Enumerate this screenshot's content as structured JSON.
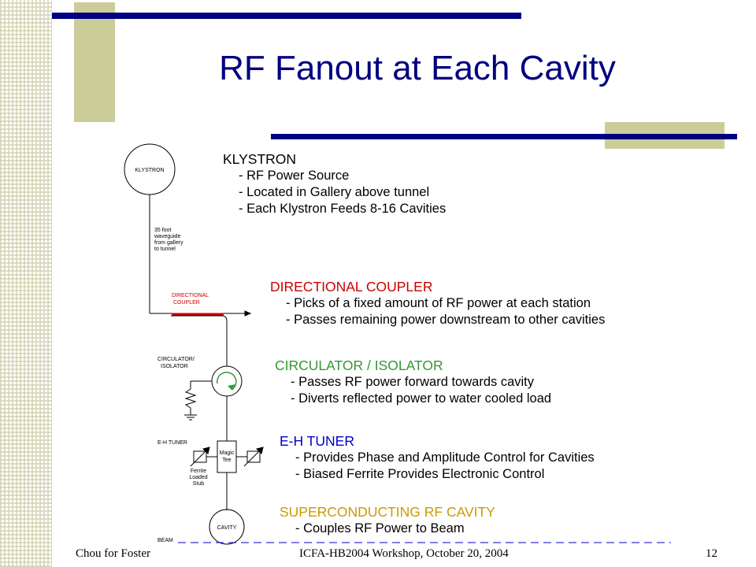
{
  "slide": {
    "title": "RF Fanout at Each Cavity"
  },
  "colors": {
    "title": "#000080",
    "accent_bar": "#000080",
    "accent_block": "#cccc99",
    "klystron": "#000000",
    "directional_coupler": "#cc0000",
    "circulator": "#339933",
    "eh_tuner": "#0000cc",
    "cavity": "#cc9900"
  },
  "diagram": {
    "klystron_label": "KLYSTRON",
    "waveguide_note": [
      "35 foot",
      "waveguide",
      "from gallery",
      "to tunnel"
    ],
    "coupler_label": [
      "DIRECTIONAL",
      "COUPLER"
    ],
    "circulator_label": [
      "CIRCULATOR/",
      "ISOLATOR"
    ],
    "eh_tuner_label": "E-H TUNER",
    "magic_tee_label": [
      "Magic",
      "Tee"
    ],
    "ferrite_stub_label": [
      "Ferrite",
      "Loaded",
      "Stub"
    ],
    "cavity_label": "CAVITY",
    "beam_label": "BEAM"
  },
  "sections": [
    {
      "heading": "KLYSTRON",
      "bullets": [
        "- RF Power Source",
        "- Located in Gallery above tunnel",
        "- Each Klystron Feeds 8-16 Cavities"
      ]
    },
    {
      "heading": "DIRECTIONAL COUPLER",
      "bullets": [
        "- Picks of a fixed amount of RF power at each station",
        "- Passes remaining power downstream to other cavities"
      ]
    },
    {
      "heading": "CIRCULATOR / ISOLATOR",
      "bullets": [
        "- Passes RF power forward towards cavity",
        "- Diverts reflected power to water cooled load"
      ]
    },
    {
      "heading": "E-H TUNER",
      "bullets": [
        "- Provides Phase and Amplitude Control for Cavities",
        "- Biased Ferrite Provides Electronic Control"
      ]
    },
    {
      "heading": "SUPERCONDUCTING RF CAVITY",
      "bullets": [
        "- Couples RF Power to Beam"
      ]
    }
  ],
  "footer": {
    "left": "Chou for Foster",
    "center": "ICFA-HB2004 Workshop, October 20, 2004",
    "page_number": "12"
  }
}
